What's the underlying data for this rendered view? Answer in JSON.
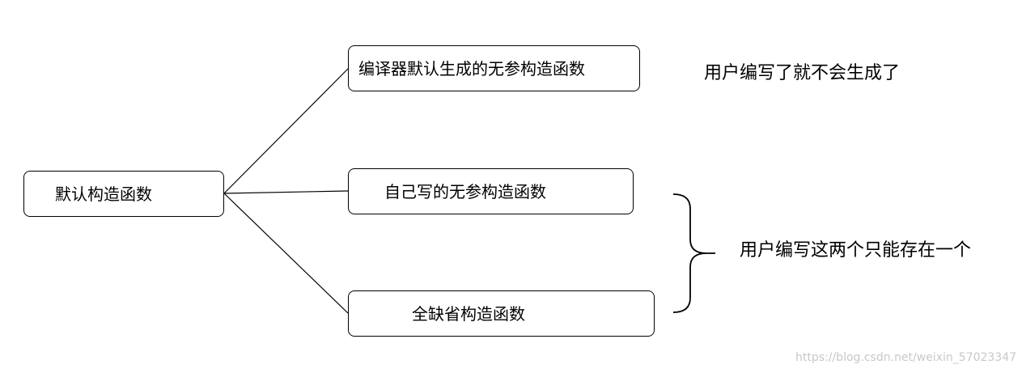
{
  "root": {
    "label": "默认构造函数"
  },
  "branches": [
    {
      "label": "编译器默认生成的无参构造函数"
    },
    {
      "label": "自己写的无参构造函数"
    },
    {
      "label": "全缺省构造函数"
    }
  ],
  "notes": {
    "top": "用户编写了就不会生成了",
    "bracket": "用户编写这两个只能存在一个"
  },
  "watermark": "https://blog.csdn.net/weixin_57023347"
}
